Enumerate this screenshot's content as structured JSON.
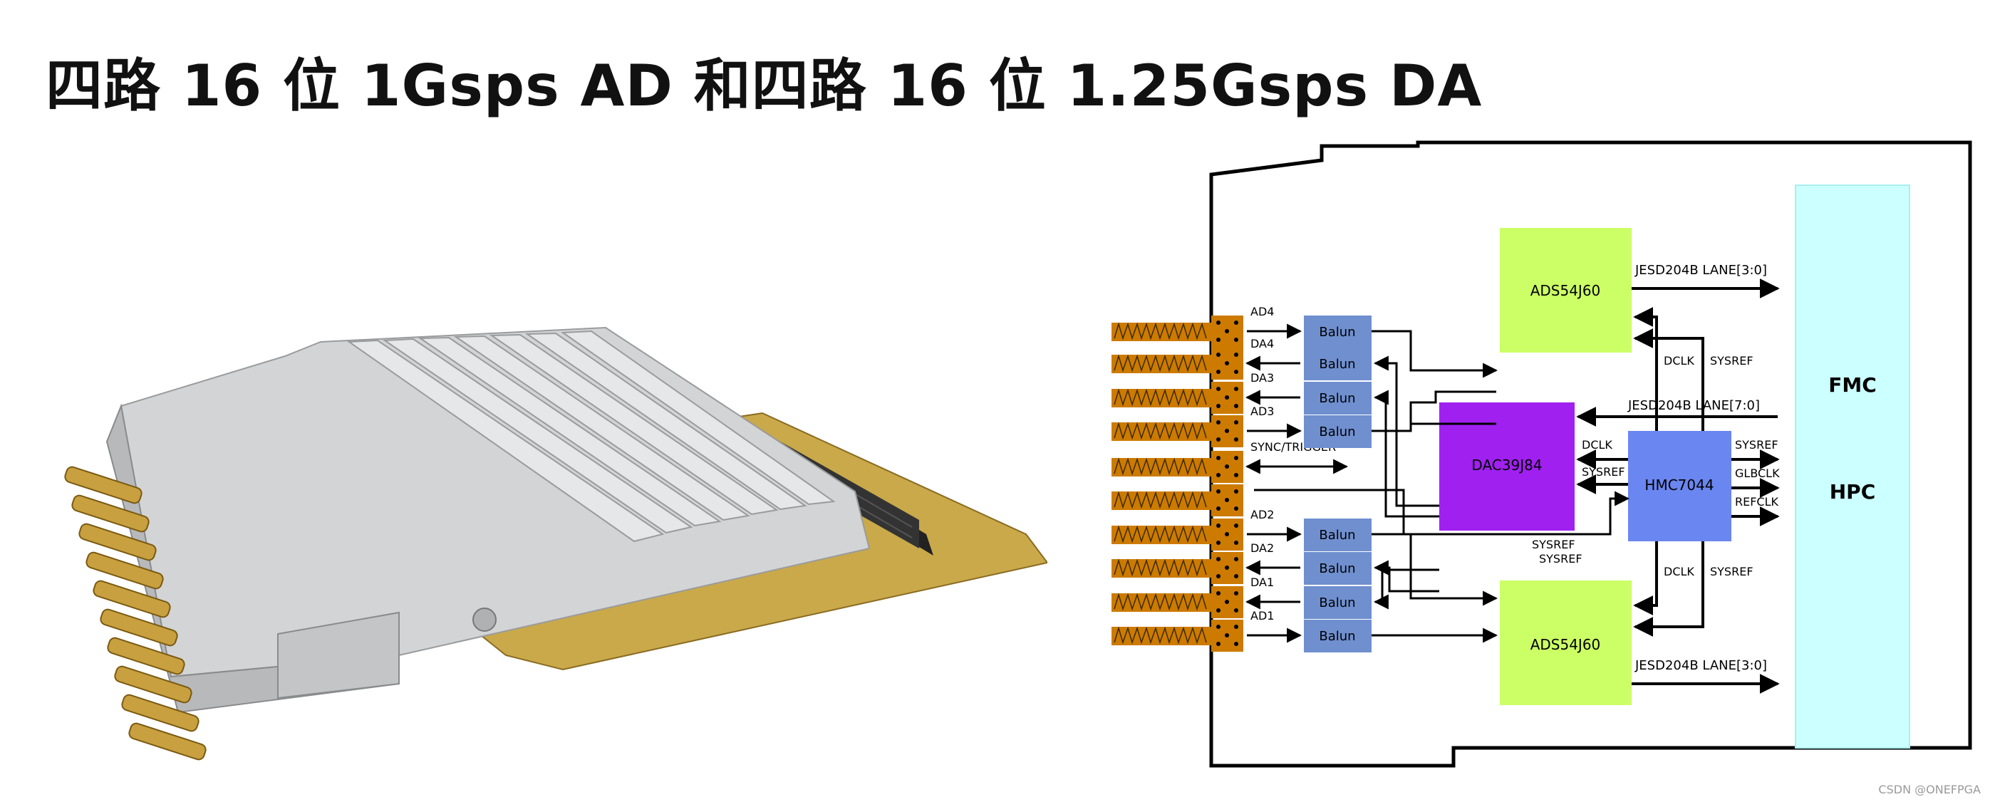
{
  "title": "四路 16 位  1Gsps AD  和四路 16 位 1.25Gsps DA",
  "photo": {
    "alt": ""
  },
  "diagram": {
    "ports": [
      "AD4",
      "DA4",
      "DA3",
      "AD3",
      "SYNC/TRIGGER",
      "",
      "AD2",
      "DA2",
      "DA1",
      "AD1"
    ],
    "balun_label": "Balun",
    "adc_top": "ADS54J60",
    "adc_bottom": "ADS54J60",
    "dac": "DAC39J84",
    "clock": "HMC7044",
    "fmc_line1": "FMC",
    "fmc_line2": "HPC",
    "jesd_top": "JESD204B LANE[3:0]",
    "jesd_mid": "JESD204B LANE[7:0]",
    "jesd_bottom": "JESD204B LANE[3:0]",
    "dclk": "DCLK",
    "sysref": "SYSREF",
    "glbclk": "GLBCLK",
    "refclk": "REFCLK"
  },
  "watermark": "CSDN @ONEFPGA",
  "colors": {
    "balun": "#6f8fcf",
    "adc": "#ccff66",
    "dac": "#a020f0",
    "clock": "#6a86f0",
    "fmc": "#ccffff",
    "connector": "#cc7a00"
  }
}
